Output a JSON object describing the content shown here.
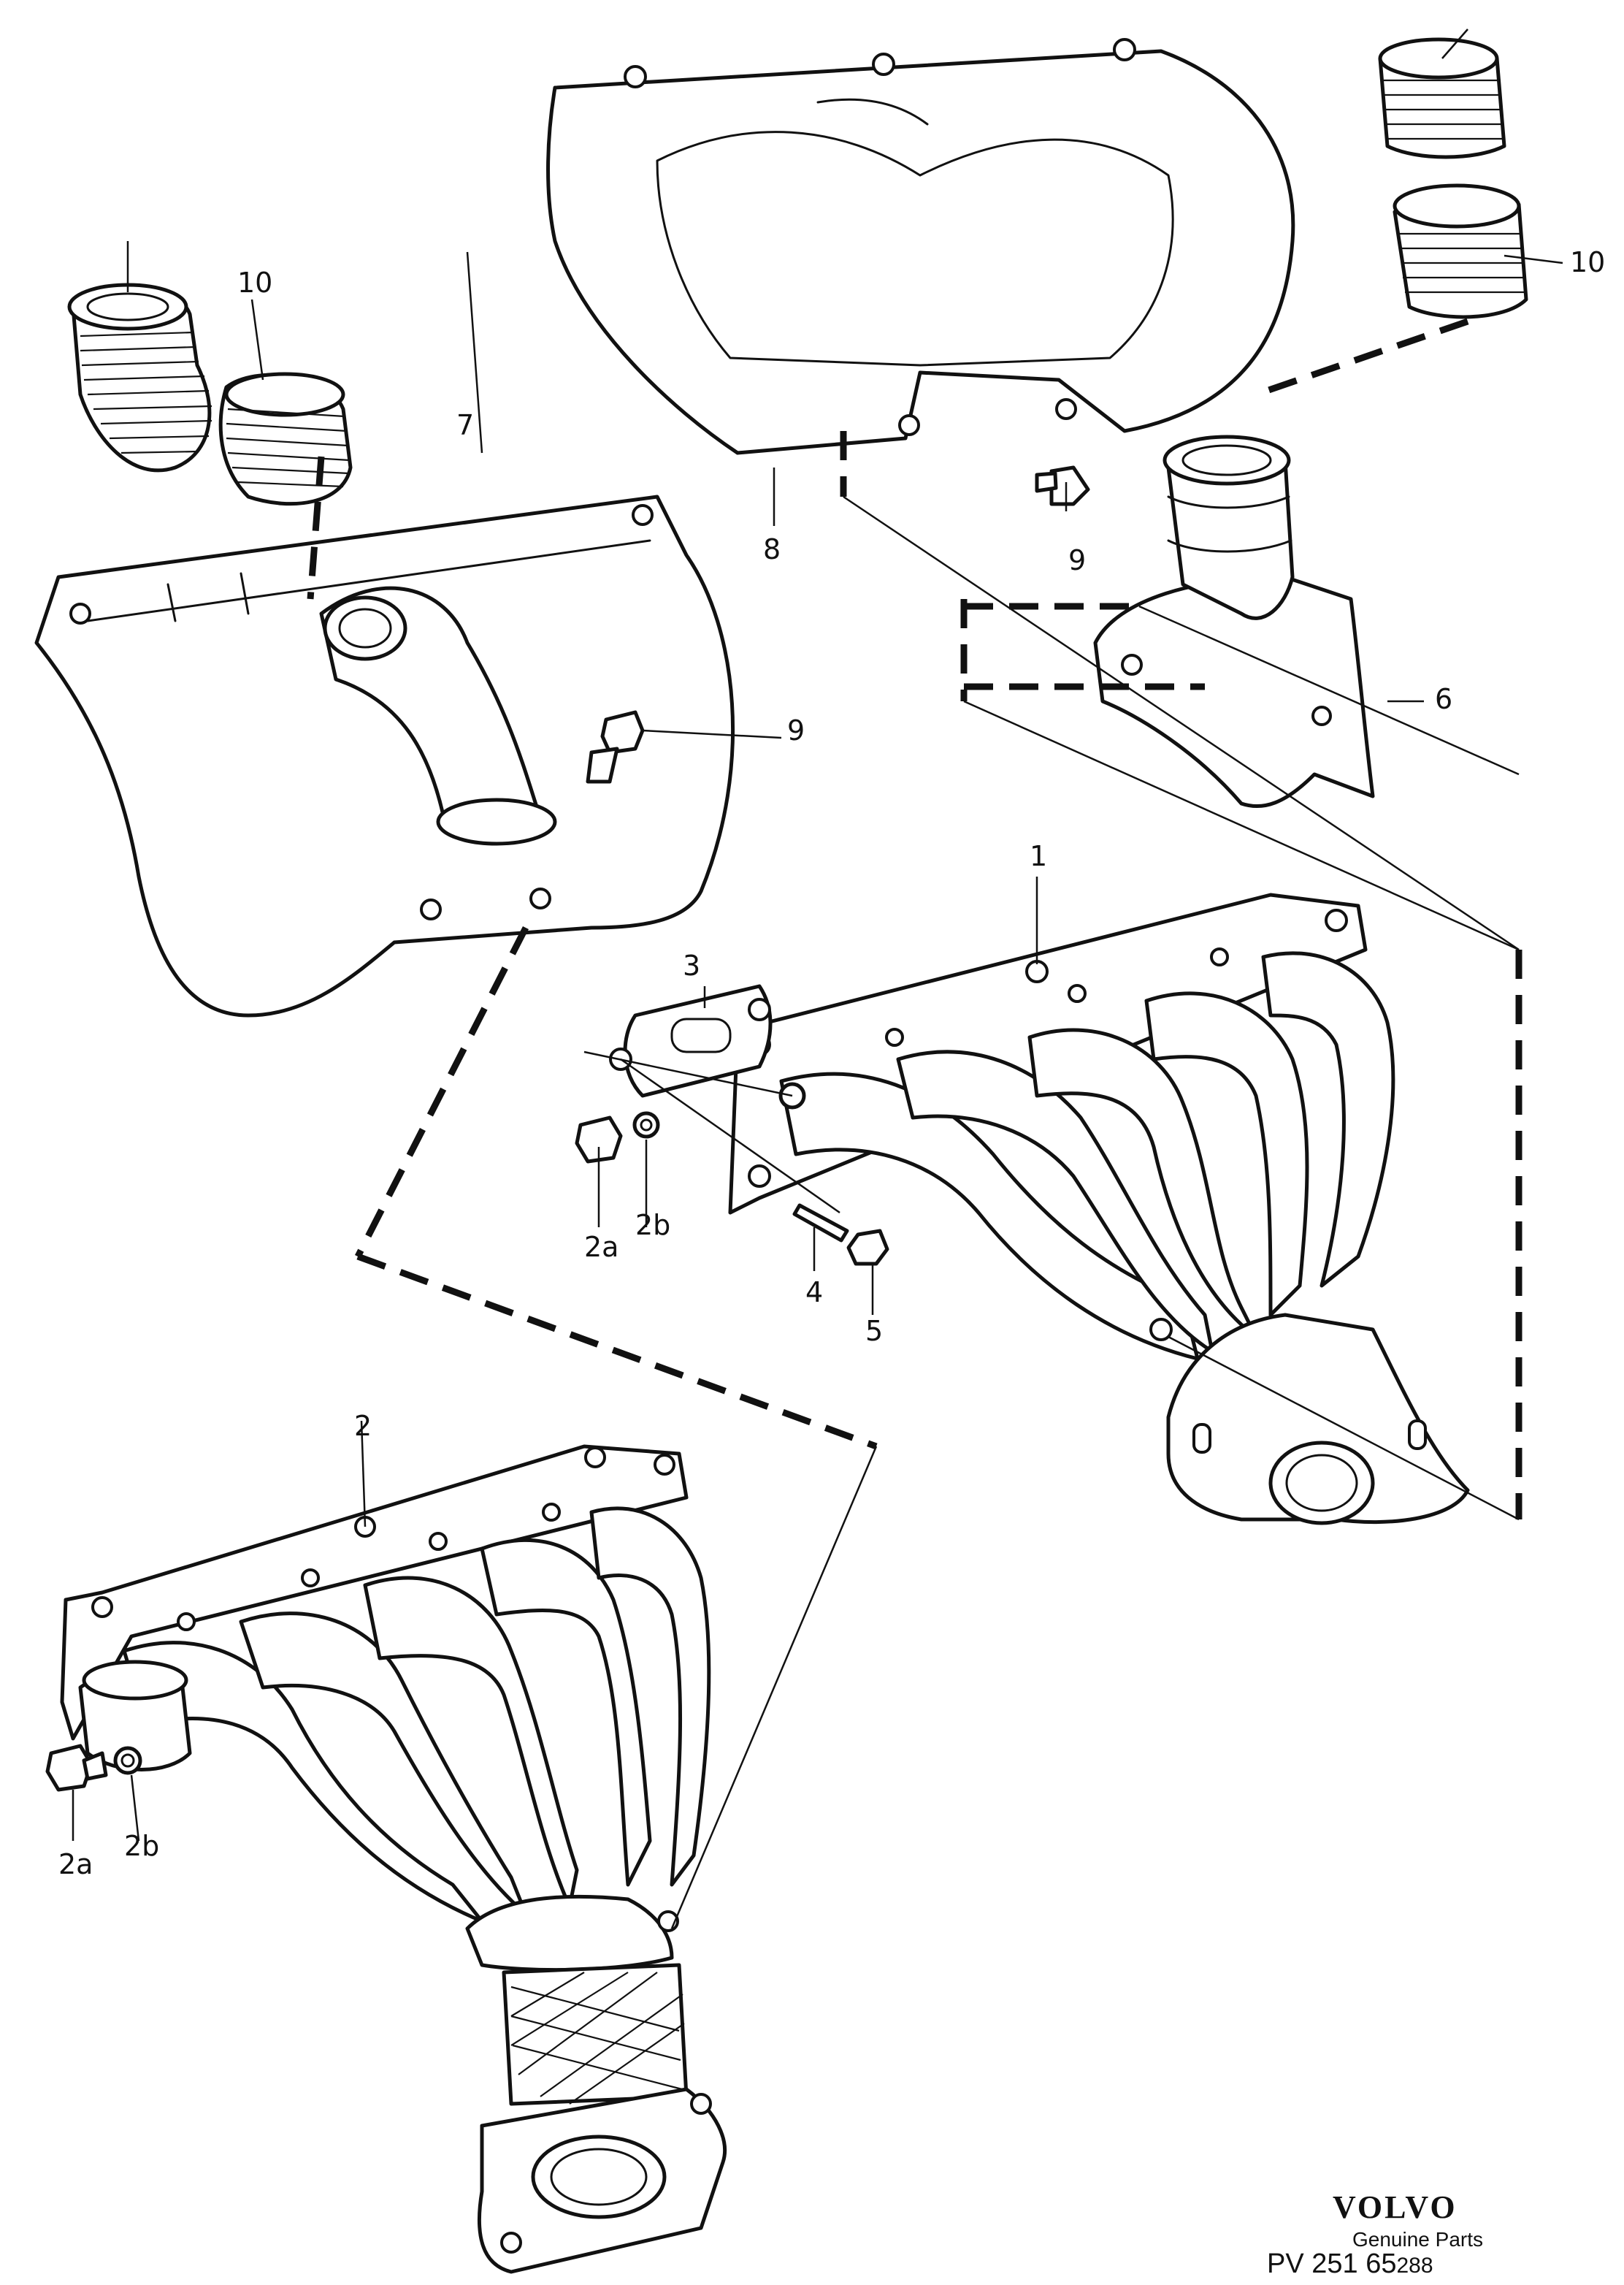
{
  "callouts": {
    "c1": "1",
    "c2": "2",
    "c2a_upper": "2a",
    "c2b_upper": "2b",
    "c2a_lower": "2a",
    "c2b_lower": "2b",
    "c3": "3",
    "c4": "4",
    "c5": "5",
    "c6": "6",
    "c7": "7",
    "c8": "8",
    "c9_left": "9",
    "c9_right": "9",
    "c10_left": "10",
    "c10_right": "10"
  },
  "footer": {
    "brand": "VOLVO",
    "subtitle": "Genuine Parts",
    "code_prefix": "PV 251 65",
    "code_suffix": "288"
  }
}
